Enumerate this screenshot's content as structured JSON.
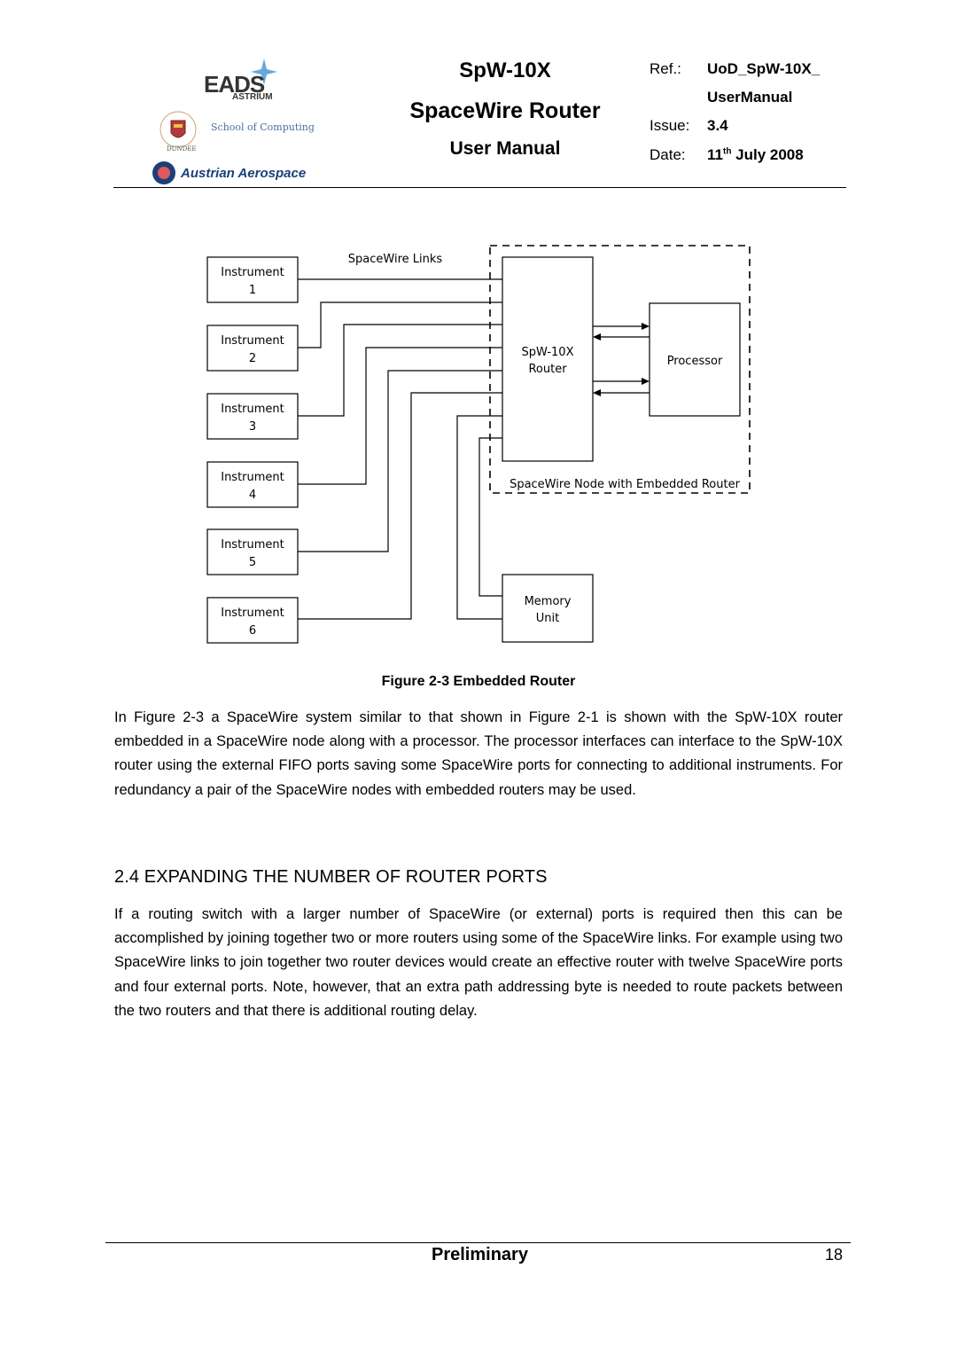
{
  "header": {
    "title": "SpW-10X",
    "subtitle": "SpaceWire Router",
    "doc_type": "User Manual",
    "ref_label": "Ref.:",
    "ref_value_1": "UoD_SpW-10X_",
    "ref_value_2": "UserManual",
    "issue_label": "Issue:",
    "issue_value": "3.4",
    "date_label": "Date:",
    "date_day": "11",
    "date_sup": "th",
    "date_rest": " July 2008",
    "logos": {
      "eads_main": "EADS",
      "eads_sub": "ASTRIUM",
      "dundee_text": "School of Computing",
      "dundee_small": "DUNDEE",
      "austrian": "Austrian Aerospace"
    }
  },
  "diagram": {
    "links_label": "SpaceWire Links",
    "instruments": [
      {
        "name": "Instrument",
        "num": "1"
      },
      {
        "name": "Instrument",
        "num": "2"
      },
      {
        "name": "Instrument",
        "num": "3"
      },
      {
        "name": "Instrument",
        "num": "4"
      },
      {
        "name": "Instrument",
        "num": "5"
      },
      {
        "name": "Instrument",
        "num": "6"
      }
    ],
    "router_line1": "SpW-10X",
    "router_line2": "Router",
    "processor": "Processor",
    "node_label": "SpaceWire Node with Embedded Router",
    "memory_line1": "Memory",
    "memory_line2": "Unit"
  },
  "caption": "Figure 2-3 Embedded Router",
  "paragraph1": "In Figure 2-3 a SpaceWire system similar to that shown in Figure 2-1 is shown with the SpW-10X router embedded in a SpaceWire node along with a processor. The processor interfaces can interface to the SpW-10X router using the external FIFO ports saving some SpaceWire ports for connecting to additional instruments. For redundancy a pair of the SpaceWire nodes with embedded routers may be used.",
  "section_heading": "2.4 EXPANDING THE NUMBER OF ROUTER PORTS",
  "paragraph2": "If a routing switch with a larger number of SpaceWire (or external) ports is required then this can be accomplished by joining together two or more routers using some of the SpaceWire links. For example using two SpaceWire links to join together two router devices would create an effective router with twelve SpaceWire ports and four external ports. Note, however, that an extra path addressing byte is needed to route packets between the two routers and that there is additional routing delay.",
  "footer": {
    "status": "Preliminary",
    "page": "18"
  }
}
